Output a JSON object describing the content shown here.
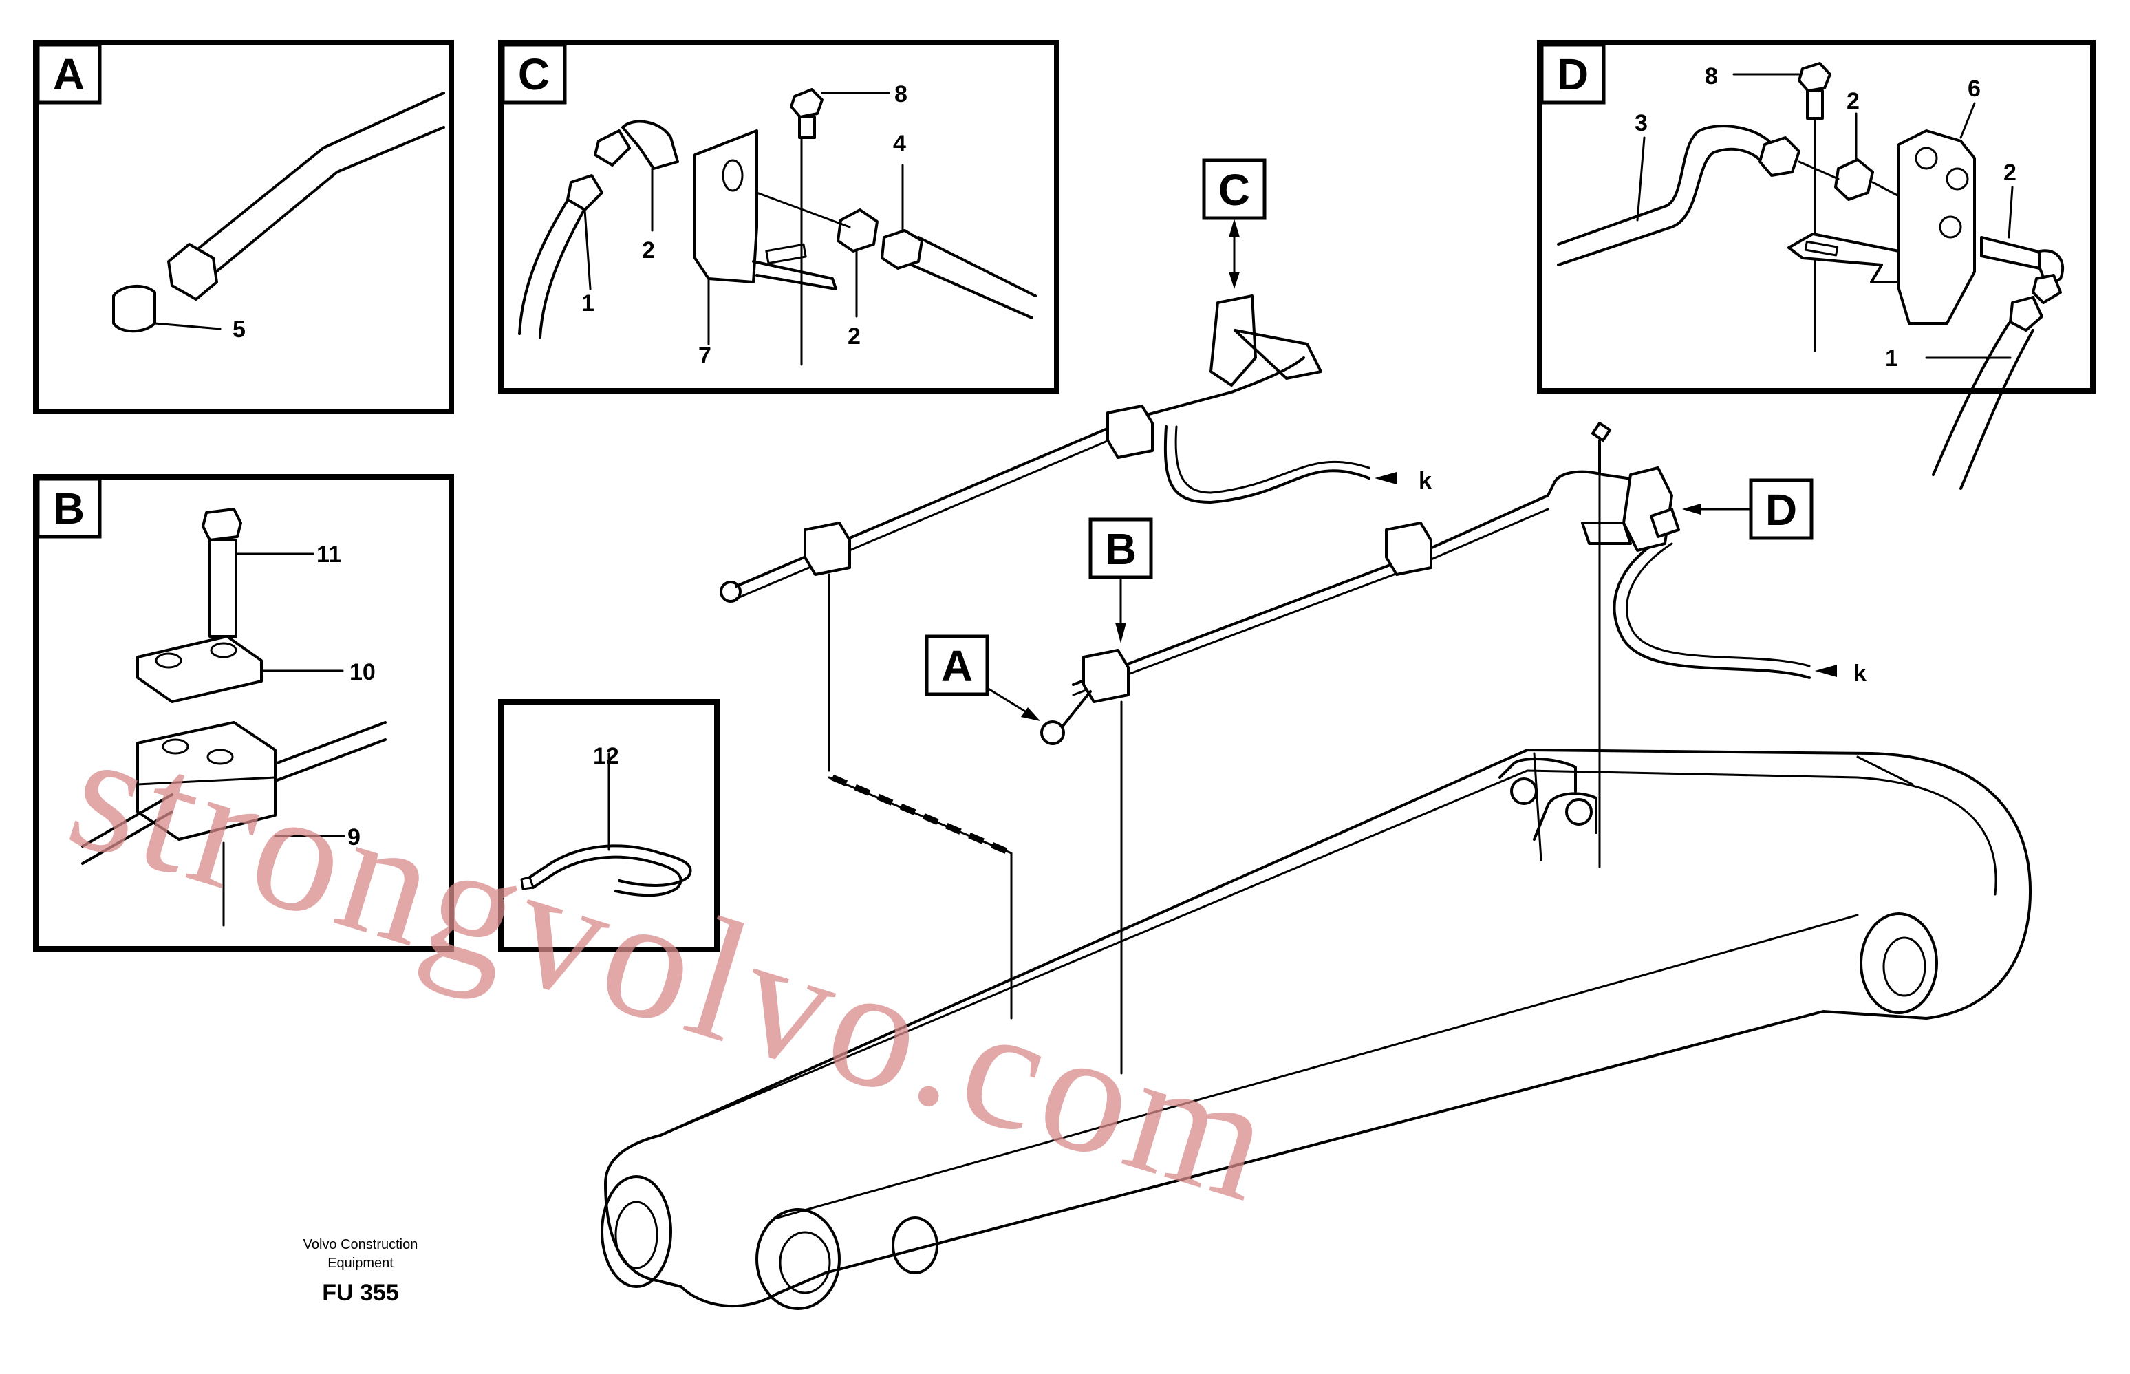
{
  "views": {
    "a": {
      "letter": "A"
    },
    "b": {
      "letter": "B"
    },
    "c": {
      "letter": "C"
    },
    "d": {
      "letter": "D"
    }
  },
  "callouts": {
    "a5": "5",
    "b11": "11",
    "b10": "10",
    "b9": "9",
    "c8": "8",
    "c4": "4",
    "c2a": "2",
    "c1": "1",
    "c7": "7",
    "c2b": "2",
    "d8": "8",
    "d2a": "2",
    "d6": "6",
    "d3": "3",
    "d2b": "2",
    "d1": "1",
    "tie12": "12",
    "k1": "k",
    "k2": "k"
  },
  "footer": {
    "line1": "Volvo Construction",
    "line2": "Equipment",
    "code": "FU 355"
  },
  "watermark": "strongvolvo.com",
  "colors": {
    "ink": "#000000",
    "watermark": "#d98a8a"
  }
}
